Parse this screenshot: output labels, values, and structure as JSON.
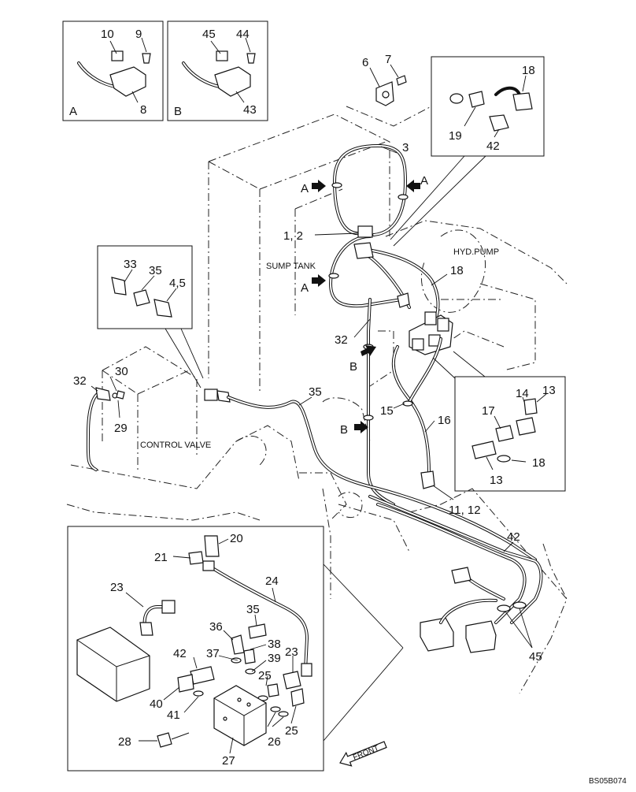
{
  "callouts": [
    {
      "id": "c10",
      "text": "10"
    },
    {
      "id": "c9",
      "text": "9"
    },
    {
      "id": "c8",
      "text": "8"
    },
    {
      "id": "c45a",
      "text": "45"
    },
    {
      "id": "c44",
      "text": "44"
    },
    {
      "id": "c43",
      "text": "43"
    },
    {
      "id": "c6",
      "text": "6"
    },
    {
      "id": "c7",
      "text": "7"
    },
    {
      "id": "c3",
      "text": "3"
    },
    {
      "id": "c18a",
      "text": "18"
    },
    {
      "id": "c19",
      "text": "19"
    },
    {
      "id": "c42a",
      "text": "42"
    },
    {
      "id": "c12",
      "text": "1, 2"
    },
    {
      "id": "c18b",
      "text": "18"
    },
    {
      "id": "c32a",
      "text": "32"
    },
    {
      "id": "c33",
      "text": "33"
    },
    {
      "id": "c35a",
      "text": "35"
    },
    {
      "id": "c45b",
      "text": "4,5"
    },
    {
      "id": "c14",
      "text": "14"
    },
    {
      "id": "c13a",
      "text": "13"
    },
    {
      "id": "c17",
      "text": "17"
    },
    {
      "id": "c18c",
      "text": "18"
    },
    {
      "id": "c15",
      "text": "15"
    },
    {
      "id": "c16",
      "text": "16"
    },
    {
      "id": "c13b",
      "text": "13"
    },
    {
      "id": "c32b",
      "text": "32"
    },
    {
      "id": "c30",
      "text": "30"
    },
    {
      "id": "c29",
      "text": "29"
    },
    {
      "id": "c35b",
      "text": "35"
    },
    {
      "id": "c1112",
      "text": "11, 12"
    },
    {
      "id": "c42b",
      "text": "42"
    },
    {
      "id": "c45c",
      "text": "45"
    },
    {
      "id": "c20",
      "text": "20"
    },
    {
      "id": "c21",
      "text": "21"
    },
    {
      "id": "c24",
      "text": "24"
    },
    {
      "id": "c23a",
      "text": "23"
    },
    {
      "id": "c35c",
      "text": "35"
    },
    {
      "id": "c36",
      "text": "36"
    },
    {
      "id": "c38",
      "text": "38"
    },
    {
      "id": "c37",
      "text": "37"
    },
    {
      "id": "c39",
      "text": "39"
    },
    {
      "id": "c23b",
      "text": "23"
    },
    {
      "id": "c42c",
      "text": "42"
    },
    {
      "id": "c25a",
      "text": "25"
    },
    {
      "id": "c40",
      "text": "40"
    },
    {
      "id": "c41",
      "text": "41"
    },
    {
      "id": "c26",
      "text": "26"
    },
    {
      "id": "c25b",
      "text": "25"
    },
    {
      "id": "c28",
      "text": "28"
    },
    {
      "id": "c27",
      "text": "27"
    }
  ],
  "view_letters": [
    {
      "id": "boxA",
      "text": "A"
    },
    {
      "id": "boxB",
      "text": "B"
    },
    {
      "id": "arrA1",
      "text": "A"
    },
    {
      "id": "arrA2",
      "text": "A"
    },
    {
      "id": "arrA3",
      "text": "A"
    },
    {
      "id": "arrB1",
      "text": "B"
    },
    {
      "id": "arrB2",
      "text": "B"
    }
  ],
  "captions": {
    "sump_tank": "SUMP TANK",
    "hyd_pump": "HYD.PUMP",
    "control_valve": "CONTROL VALVE",
    "front": "FRONT",
    "drawing_ref": "BS05B074"
  }
}
